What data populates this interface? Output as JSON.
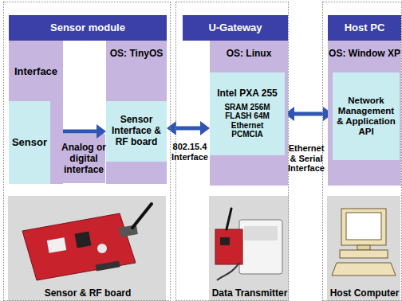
{
  "diagram": {
    "nodes": [
      {
        "text": [
          "Sensor module"
        ]
      },
      {
        "text": [
          "Interface"
        ],
        "in": 0
      },
      {
        "text": [
          "Sensor"
        ],
        "in": 1
      },
      {
        "text": [
          "OS: TinyOS"
        ],
        "in": 0
      },
      {
        "text": [
          "Sensor Interface & RF board"
        ],
        "in": 3
      },
      {
        "text": [
          "Sensor & RF board"
        ],
        "in": 0
      },
      {
        "text": [
          "U-Gateway"
        ]
      },
      {
        "text": [
          "OS: Linux"
        ],
        "in": 6
      },
      {
        "text": [
          "Intel PXA 255",
          "SRAM 256M FLASH 64M Ethernet PCMCIA"
        ],
        "in": 7
      },
      {
        "text": [
          "Data Transmitter"
        ],
        "in": 6
      },
      {
        "text": [
          "Host PC"
        ]
      },
      {
        "text": [
          "OS: Window XP"
        ],
        "in": 10
      },
      {
        "text": [
          "Network Management & Application API"
        ],
        "in": 11
      },
      {
        "text": [
          "Host Computer"
        ],
        "in": 10
      }
    ],
    "edges": [
      {
        "from": 2,
        "to": 4,
        "arrow": "to",
        "label": "Analog or digital interface"
      },
      {
        "from": 4,
        "to": 8,
        "arrow": "both",
        "label": "802.15.4 Interface"
      },
      {
        "from": 8,
        "to": 12,
        "arrow": "both",
        "label": "Ethernet & Serial Interface"
      }
    ]
  }
}
